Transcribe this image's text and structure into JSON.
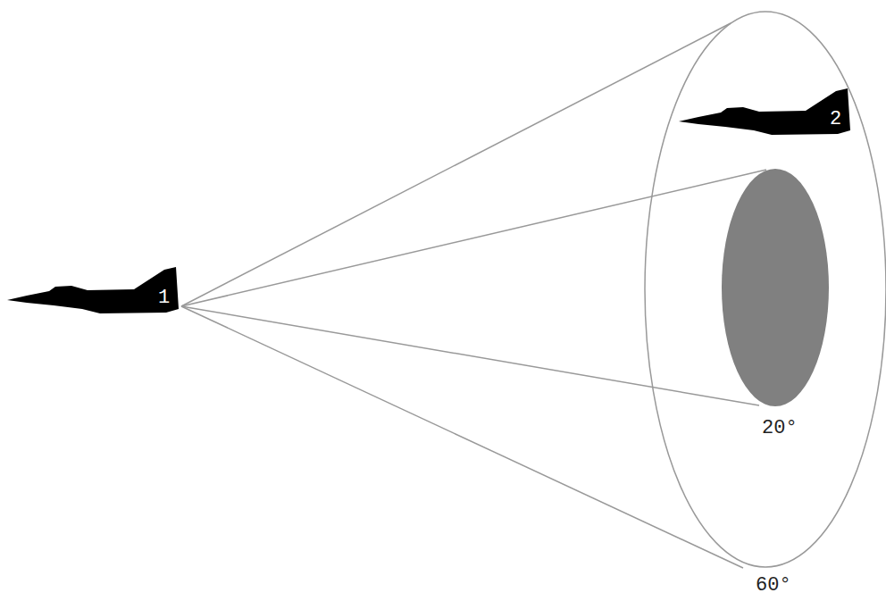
{
  "diagram": {
    "labels": [
      "1",
      "2",
      "20°",
      "60°"
    ]
  }
}
